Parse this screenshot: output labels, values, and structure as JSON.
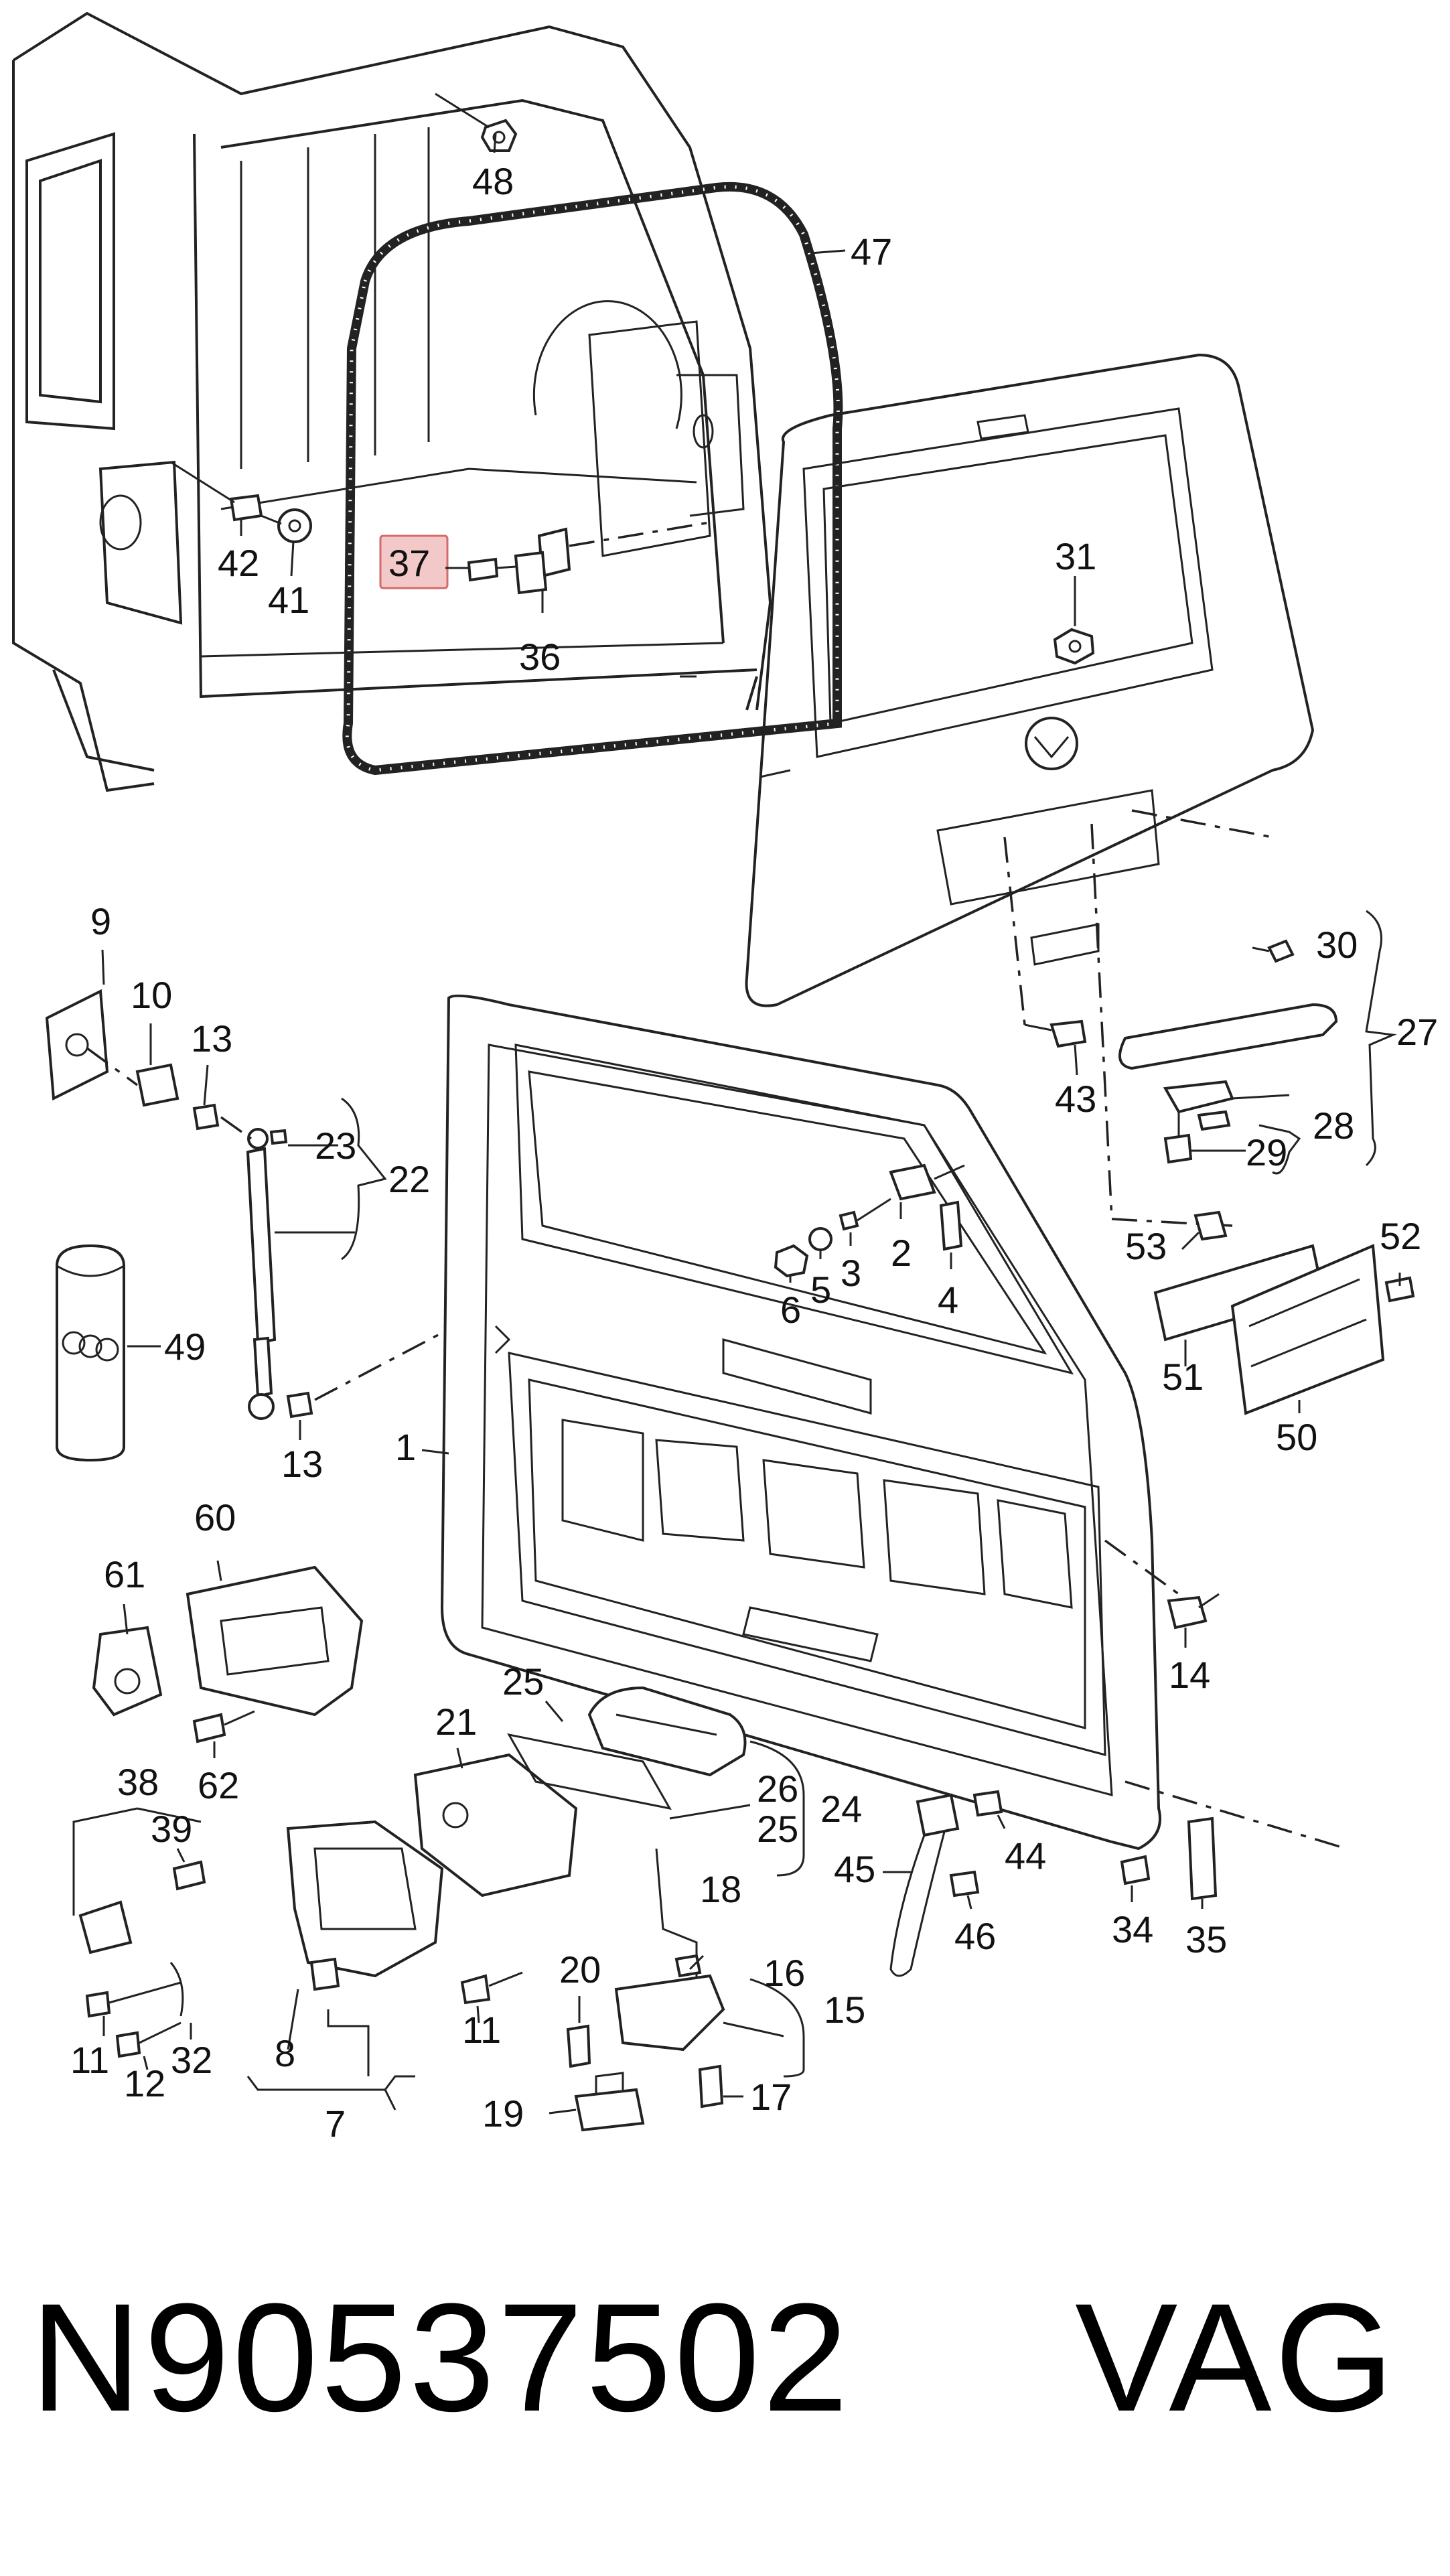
{
  "highlight": {
    "color": "#f3c8c8",
    "border": "#d46a6a"
  },
  "labels": {
    "l1": "1",
    "l2": "2",
    "l3": "3",
    "l4": "4",
    "l5": "5",
    "l6": "6",
    "l7": "7",
    "l8": "8",
    "l9": "9",
    "l10": "10",
    "l11a": "11",
    "l11b": "11",
    "l12": "12",
    "l13a": "13",
    "l13b": "13",
    "l14": "14",
    "l15": "15",
    "l16": "16",
    "l17": "17",
    "l18": "18",
    "l19": "19",
    "l20": "20",
    "l21": "21",
    "l22": "22",
    "l23": "23",
    "l24": "24",
    "l25a": "25",
    "l25b": "25",
    "l26": "26",
    "l27": "27",
    "l28": "28",
    "l29": "29",
    "l30": "30",
    "l31": "31",
    "l32": "32",
    "l34": "34",
    "l35": "35",
    "l36": "36",
    "l37": "37",
    "l38": "38",
    "l39": "39",
    "l41": "41",
    "l42": "42",
    "l43": "43",
    "l44": "44",
    "l45": "45",
    "l46": "46",
    "l47": "47",
    "l48": "48",
    "l49": "49",
    "l50": "50",
    "l51": "51",
    "l52": "52",
    "l53": "53",
    "l60": "60",
    "l61": "61",
    "l62": "62"
  },
  "footer": {
    "part_number": "N90537502",
    "brand": "VAG"
  }
}
